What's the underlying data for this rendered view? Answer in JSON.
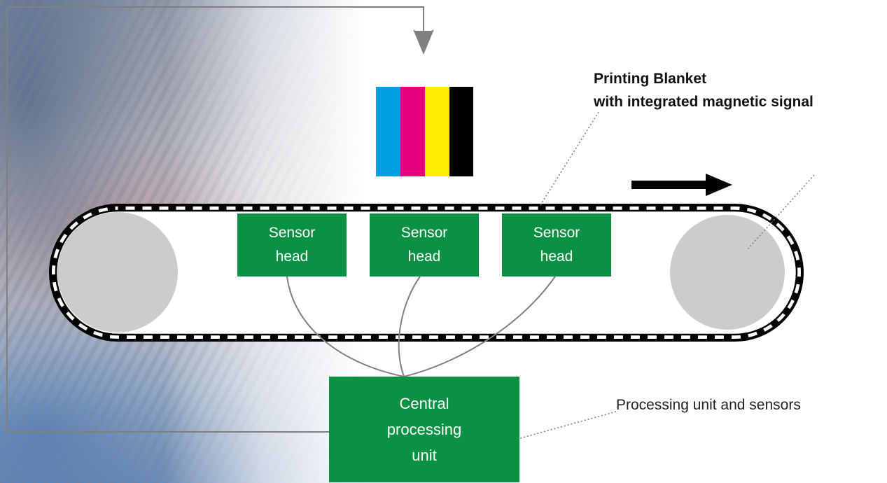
{
  "labels": {
    "printing_blanket_line1": "Printing Blanket",
    "printing_blanket_line2": "with integrated magnetic signal",
    "processing_unit_and_sensors": "Processing unit and sensors"
  },
  "sensor_heads": [
    {
      "line1": "Sensor",
      "line2": "head"
    },
    {
      "line1": "Sensor",
      "line2": "head"
    },
    {
      "line1": "Sensor",
      "line2": "head"
    }
  ],
  "central_unit": {
    "line1": "Central",
    "line2": "processing",
    "line3": "unit"
  },
  "colors": {
    "box_green": "#0a9144",
    "cyan": "#009fe3",
    "magenta": "#e5007e",
    "yellow": "#ffed00",
    "black": "#000000",
    "roller_gray": "#cccccc",
    "connector_gray": "#808080"
  },
  "color_bar": [
    "cyan",
    "magenta",
    "yellow",
    "black"
  ]
}
